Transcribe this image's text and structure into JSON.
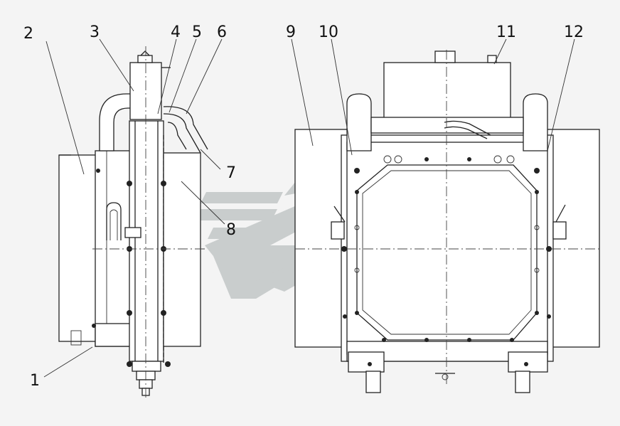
{
  "callouts": [
    {
      "id": "1",
      "text": "1"
    },
    {
      "id": "2",
      "text": "2"
    },
    {
      "id": "3",
      "text": "3"
    },
    {
      "id": "4",
      "text": "4"
    },
    {
      "id": "5",
      "text": "5"
    },
    {
      "id": "6",
      "text": "6"
    },
    {
      "id": "7",
      "text": "7"
    },
    {
      "id": "8",
      "text": "8"
    },
    {
      "id": "9",
      "text": "9"
    },
    {
      "id": "10",
      "text": "10"
    },
    {
      "id": "11",
      "text": "11"
    },
    {
      "id": "12",
      "text": "12"
    }
  ],
  "colors": {
    "background": "#f4f4f4",
    "line": "#222222",
    "watermark": "#c9cdcd"
  }
}
